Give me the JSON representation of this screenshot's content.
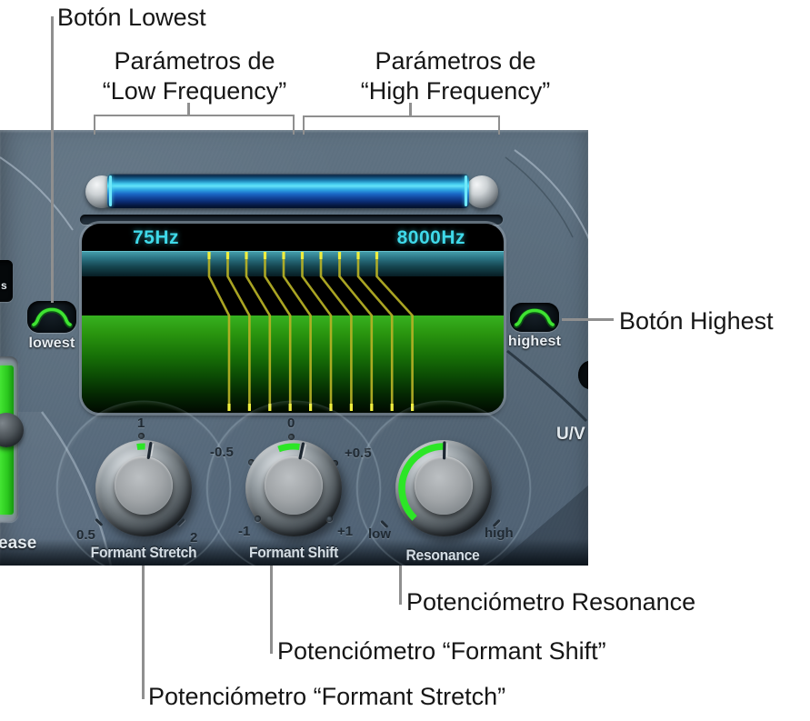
{
  "annotations": {
    "boton_lowest": "Botón Lowest",
    "boton_highest": "Botón Highest",
    "params_low_line1": "Parámetros de",
    "params_low_line2": "“Low Frequency”",
    "params_high_line1": "Parámetros de",
    "params_high_line2": "“High Frequency”",
    "pot_resonance": "Potenciómetro Resonance",
    "pot_formant_shift": "Potenciómetro “Formant Shift”",
    "pot_formant_stretch": "Potenciómetro “Formant Stretch”"
  },
  "panel": {
    "display": {
      "low_freq": "75Hz",
      "high_freq": "8000Hz",
      "band_count": 10
    },
    "lowest_button_label": "lowest",
    "highest_button_label": "highest",
    "uv_label": "U/V",
    "left_edge": {
      "slider_fragment_label": "ease",
      "display_fragment": "s"
    },
    "knobs": {
      "formant_stretch": {
        "caption": "Formant Stretch",
        "tick_top": "1",
        "tick_bottom_left": "0.5",
        "tick_bottom_right": "2",
        "value_angle_deg": 9
      },
      "formant_shift": {
        "caption": "Formant Shift",
        "tick_top": "0",
        "tick_upper_left": "-0.5",
        "tick_upper_right": "+0.5",
        "tick_bottom_left": "-1",
        "tick_bottom_right": "+1",
        "value_angle_deg": 12
      },
      "resonance": {
        "caption": "Resonance",
        "tick_bottom_left": "low",
        "tick_bottom_right": "high",
        "value_angle_deg": 1
      }
    },
    "colors": {
      "accent_green": "#2ce626",
      "lcd_cyan": "#3fd9e9",
      "band_yellow": "#b7b226",
      "slider_blue": "#45cdf0"
    }
  }
}
